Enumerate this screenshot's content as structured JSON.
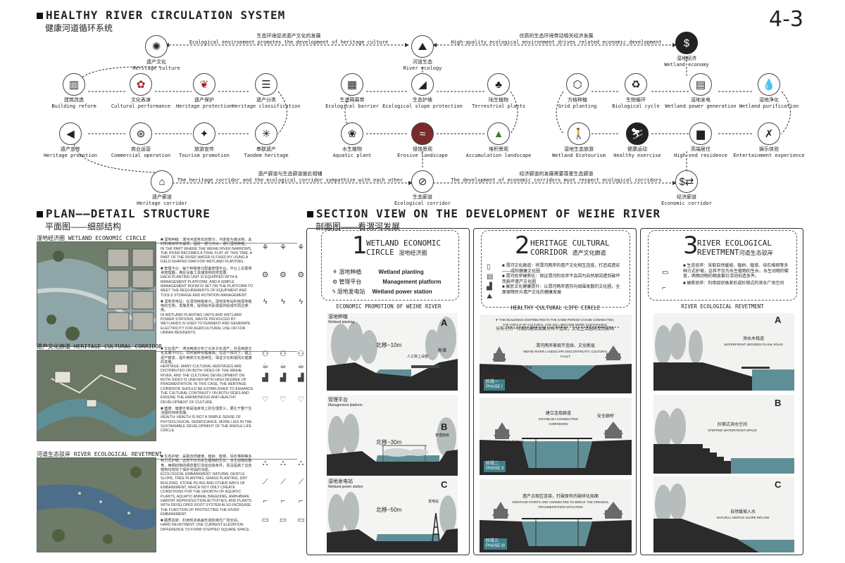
{
  "header": {
    "title_en": "HEALTHY RIVER CIRCULATION SYSTEM",
    "title_cn": "健康河道循环系统",
    "page_number": "4-3"
  },
  "circulation": {
    "flows": {
      "top_left_cn": "生态环境促进遗产文化的发展",
      "top_left_en": "Ecological environment promotes the development of heritage culture",
      "top_right_cn": "优质的生态环境带动相关经济发展",
      "top_right_en": "High-quality ecological environment drives related economic development",
      "bottom_left_cn": "遗产廊道与生态廊道彼此相辅",
      "bottom_left_en": "The heritage corridor and the ecological corridor sympathize with each other",
      "bottom_right_cn": "经济廊道的发展需要尊重生态廊道",
      "bottom_right_en": "The development of economic corridors must respect ecological corridors"
    },
    "nodes": {
      "heritage_culture": {
        "cn": "遗产文化",
        "en": "Heritage culture"
      },
      "river_ecology": {
        "cn": "河道生态",
        "en": "River ecology"
      },
      "wetland_economy": {
        "cn": "湿地经济",
        "en": "Wetland economy"
      },
      "building_reform": {
        "cn": "建筑改造",
        "en": "Building reform"
      },
      "cultural_performance": {
        "cn": "文化表演",
        "en": "Cultural performance"
      },
      "heritage_protection": {
        "cn": "遗产保护",
        "en": "Heritage protection"
      },
      "heritage_classification": {
        "cn": "遗产分类",
        "en": "Heritage classification"
      },
      "heritage_promotion": {
        "cn": "遗产宣传",
        "en": "Heritage promotion"
      },
      "commercial_operation": {
        "cn": "商业运营",
        "en": "Commercial operation"
      },
      "tourism_promotion": {
        "cn": "旅游宣传",
        "en": "Tourism promotion"
      },
      "tandem_heritage": {
        "cn": "串联遗产",
        "en": "Tandem heritage"
      },
      "ecological_barrier": {
        "cn": "生态隔离带",
        "en": "Ecological barrier"
      },
      "ecological_slope": {
        "cn": "生态护坡",
        "en": "Ecological slope protection"
      },
      "terrestrial_plants": {
        "cn": "陆生植物",
        "en": "Terrestrial plants"
      },
      "aquatic_plant": {
        "cn": "水生植物",
        "en": "Aquatic plant"
      },
      "erosive_landscape": {
        "cn": "侵蚀景观",
        "en": "Erosive landscape"
      },
      "accumulation_landscape": {
        "cn": "堆积景观",
        "en": "Accumulation landscape"
      },
      "grid_planting": {
        "cn": "方格种植",
        "en": "Grid planting"
      },
      "biological_cycle": {
        "cn": "生物循环",
        "en": "Biological cycle"
      },
      "wetland_power": {
        "cn": "湿地发电",
        "en": "Wetland power generation"
      },
      "wetland_purification": {
        "cn": "湿地净化",
        "en": "Wetland purification"
      },
      "wetland_ecotourism": {
        "cn": "湿地生态旅游",
        "en": "Wetland Ecotourism"
      },
      "healthy_exercise": {
        "cn": "健康运动",
        "en": "Healthy exercise"
      },
      "high_end_residence": {
        "cn": "高端居住",
        "en": "High-end residence"
      },
      "entertainment_experience": {
        "cn": "娱乐体验",
        "en": "Entertainment experience"
      },
      "heritage_corridor": {
        "cn": "遗产廊道",
        "en": "Heritage corridor"
      },
      "ecological_corridor": {
        "cn": "生态廊道",
        "en": "Ecological corridor"
      },
      "economic_corridor": {
        "cn": "经济廊道",
        "en": "Economic corridor"
      }
    }
  },
  "plan": {
    "title_en": "PLAN——DETAIL STRUCTURE",
    "title_cn": "平面图——细部结构",
    "panels": [
      {
        "heading": "湿地经济圈 WETLAND ECONOMIC CIRCLE",
        "text1_cn": "湿地种植：渭河河道常年的部分，河道变为滩涂地，此时利用田字形堤坝，固定一部分河水，进行湿地种植。",
        "text1_en": "IN THE PART WHERE THE WEIHE RIVER NARROWS, THE RIVER BECOMES A TIDAL FLAT. AT THIS TIME, A PART OF THE RIVER WATER IS FIXED BY USING A FIELD-SHAPED DAM FOR WETLAND PLANTING.",
        "text2_cn": "管理平台：每个种植单元配备管理平台，平台上设置简易管理器，满足设备工具储放和检修需要。",
        "text2_en": "EACH PLANTING UNIT IS EQUIPPED WITH A MANAGEMENT PLATFORM, AND A SIMPLE MANAGEMENT ROOM IS SET ON THE PLATFORM TO MEET THE REQUIREMENTS OF EQUIPMENT AND TOOLS STORAGE AND ROTATION MANAGEMENT.",
        "text3_cn": "湿地发电站：在湿地种植单元，湿地发电站利用湿地植物的生物，发酵发电，提供给农民或提供给城市周边使用。",
        "text3_en": "IN WETLAND PLANTING UNITS AND WETLAND POWER STATIONS, WASTE PRODUCED BY WETLANDS IS USED TO FERMENT AND GENERATE ELECTRICITY FOR AGRICULTURAL USE OR FOR URBAN RESIDENTS."
      },
      {
        "heading": "遗产文化廊道 HERITAGE CULTURAL CORRIDOR",
        "text1_cn": "文化遗产：渭河两岸分布了众多文化遗产，并且两岸文化发展不均匀，同时破碎化程度高。在这个情况下，建立遗产廊道，提升两岸文化连续性，保证文化和谐而又健康的发展。",
        "text1_en": "HERITAGE: MANY CULTURAL HERITAGES ARE DISTRIBUTED ON BOTH SIDES OF THE WEIHE RIVER, AND THE CULTURAL DEVELOPMENT ON BOTH SIDES IS UNEVEN WITH HIGH DEGREE OF FRAGMENTATION. IN THIS CASE, THE HERITAGE CORRIDOR SHOULD BE ESTABLISHED TO ENHANCE THE CULTURAL CONTINUITY ON BOTH SIDES AND ENSURE THE HARMONIOUS AND HEALTHY DEVELOPMENT OF CULTURE.",
        "text2_cn": "健康：健康不单是指身体上的生理意义，更在于整个生活圈的持续发展。",
        "text2_en": "HEALTH: HEALTH IS NOT A SIMPLE SENSE OF PHYSIOLOGICAL SIGNIFICANCE, MORE LIES IN THE SUSTAINABLE DEVELOPMENT OF THE WHOLE LIFE CIRCLE."
      },
      {
        "heading": "河道生态驳岸 RIVER ECOLOGICAL REVETMENT",
        "text1_cn": "生态护坡：采取自然缓坡、植树、植草、块石堆砌等多种方式护坡，这样不仅为水生植物的生长、水生动物的繁育，两栖动物的栖息繁衍活动创造条件，而且提高了这些植物也增加了保护河堤的功能。",
        "text1_en": "ECOLOGICAL EMBANKMENT: NATURAL GENTLE SLOPE, TREE PLANTING, GRASS PLANTING, DRY BUILDING, STONE PILING AND OTHER WAYS OF EMBANKMENT, WHICH NOT ONLY CREATE CONDITIONS FOR THE GROWTH OF AQUATIC PLANTS, AQUATIC ANIMAL BREEDING, AMPHIBIAN HABITAT REPRODUCTION ACTIVITIES, AND PLANTS WITH DEVELOPED ROOT SYSTEM ALSO INCREASE THE FUNCTION OF PROTECTING THE RIVER EMBANKMENT.",
        "text2_cn": "硬质驳岸：利用现状高差形成阶梯式广场空间。",
        "text2_en": "HARD REVETMENT: USE CURRENT ELEVATION DIFFERENCE TO FORM STEPPED SQUARE SPACE."
      }
    ]
  },
  "section": {
    "title_en": "SECTION VIEW ON THE DEVELOPMENT OF WEIHE RIVER",
    "title_cn": "剖面图——看渭河发展",
    "panel1": {
      "num": "1",
      "title_en_a": "WETLAND ECONOMIC",
      "title_en_b": "CIRCLE",
      "title_cn": "湿地经济圈",
      "legend": [
        {
          "cn": "湿地种植",
          "en": "Wetland planting"
        },
        {
          "cn": "管理平台",
          "en": "Management platform"
        },
        {
          "cn": "湿地发电站",
          "en": "Wetland power station"
        }
      ],
      "subtitle": "ECONOMIC PROMOTION OF WEIHE RIVER",
      "scenes": [
        {
          "letter": "A",
          "label_cn": "湿地种植",
          "label_en": "Wetland planting",
          "distance": "北移~10m",
          "note": "新增",
          "note2": "人工岸上设施"
        },
        {
          "letter": "B",
          "label_cn": "管理平台",
          "label_en": "Management platform",
          "distance": "北移~30m",
          "note": "管理用房"
        },
        {
          "letter": "C",
          "label_cn": "湿地发电站",
          "label_en": "Wetland power station",
          "distance": "北移~50m",
          "note": "发电站"
        }
      ]
    },
    "panel2": {
      "num": "2",
      "title_en_a": "HERITAGE CULTURAL",
      "title_en_b": "CORRIDOR",
      "title_cn": "遗产文化廊道",
      "bullets": [
        "渭河文化廊道：将渭河两岸的遗产文化相互连接，打造成遗安——咸阳健康文化圈",
        "渭河驳岸硬质化：保证渭河的驳岸不会因为自然原因遭到破坏而损坏遗产文化圈",
        "展民文化健康提升：以渭河两岸遗存向周围发散的文化圈，全面保障民众遗产文化的健康发展"
      ],
      "subtitle": "HEALTHY CULTURAL LIFE CIRCLE",
      "scenes": [
        {
          "phase": "阶段一",
          "phase_en": "PHASE I",
          "note_cn": "分布于同一时期的建筑如果分布不连续，文化生活圈将受到影响",
          "note_en": "IF THE BUILDINGS DISTRIBUTED IN THE SAME PERIOD CAN BE CONNECTED, THE CIRCLE OF CULTURAL LIFE WILL BECOME MORE SUSTAINABLE",
          "label": "渭河两岸景观不连续、文化断层",
          "label_en": "WEIHE RIVER LANDSCAPE DISCONTINUITY, CULTURAL FAULT",
          "small": "渭河边难以形成连续的历史文化空间"
        },
        {
          "phase": "阶段二",
          "phase_en": "PHASE II",
          "label": "建立连接廊道",
          "label_en": "ESTABLISH CONNECTING CORRIDORS",
          "small": "改为景观桥",
          "small2": "安全廊桥"
        },
        {
          "phase": "阶段三",
          "phase_en": "PHASE III",
          "label": "遗产点相互连接，打破原有的破碎化局面",
          "label_en": "HERITAGE POINTS ARE CONNECTED TO BREAK THE ORIGINAL FRAGMENTATION SITUATION"
        }
      ]
    },
    "panel3": {
      "num": "3",
      "title_en_a": "RIVER ECOLOGICAL",
      "title_en_b": "REVETMENT",
      "title_cn": "河道生态驳岸",
      "bullets": [
        "生态驳岸：采取自然缓坡、植树、植草、块石堆砌等多种方式护坡，这样不仅为水生植物的生长、水生动物的繁育，两栖动物的栖息繁衍活动创造条件。",
        "硬质驳岸：利用现状高差形成阶梯式的滨水广场空间"
      ],
      "subtitle": "RIVER ECOLOGICAL REVETMENT",
      "scenes": [
        {
          "letter": "A",
          "label": "滨水木栈道",
          "label_en": "WATERFRONT WOODEN PLANK ROAD"
        },
        {
          "letter": "B",
          "label": "阶梯式滨水空间",
          "label_en": "STEPPED WATERFRONT SPACE"
        },
        {
          "letter": "C",
          "label": "自然缓坡入水",
          "label_en": "NATURAL GENTLE SLOPE INFLOW"
        }
      ]
    }
  },
  "colors": {
    "water": "#5f8f96",
    "ground": "#2b2b2b",
    "tree": "#9aa0a0",
    "accent": "#3f7f88"
  }
}
